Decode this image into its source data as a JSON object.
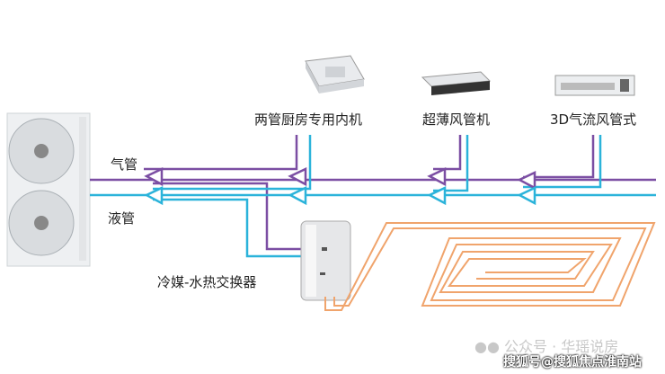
{
  "labels": {
    "gas_pipe": "气管",
    "liquid_pipe": "液管",
    "kitchen_unit": "两管厨房专用内机",
    "slim_duct_unit": "超薄风管机",
    "duct_unit_3d": "3D气流风管式",
    "heat_exchanger": "冷媒-水热交换器"
  },
  "watermark": {
    "wechat": "公众号 · 华瑶说房",
    "sohu": "搜狐号@搜狐焦点淮南站"
  },
  "colors": {
    "gas": "#7b4ea3",
    "liquid": "#2bb3da",
    "water": "#f0a46c"
  }
}
